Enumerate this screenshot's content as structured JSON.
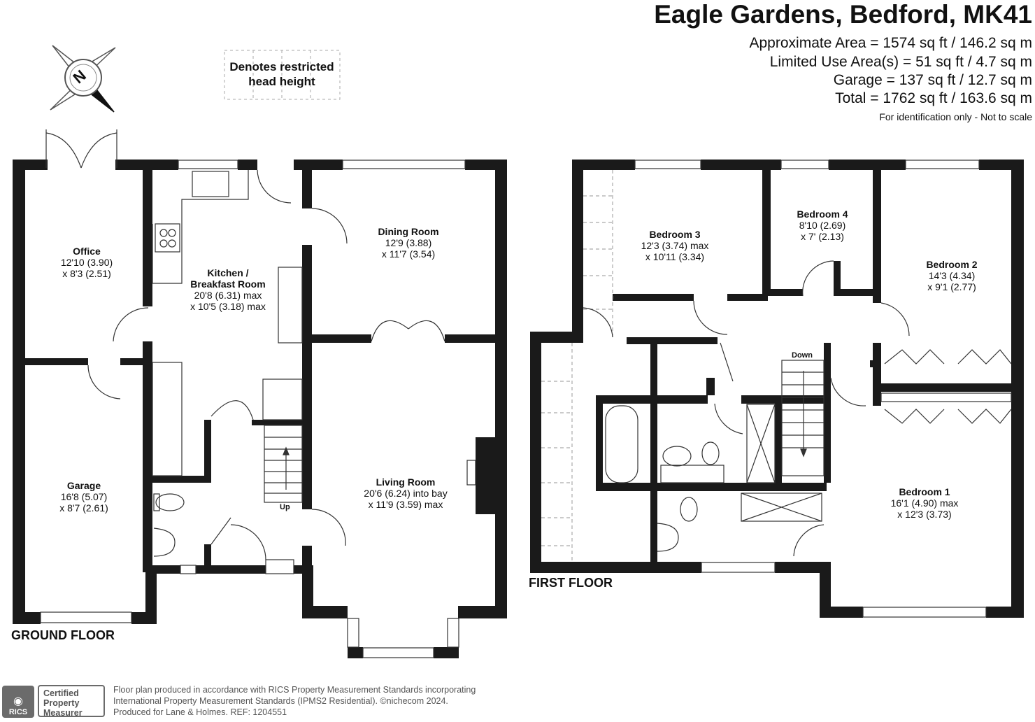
{
  "header": {
    "title": "Eagle Gardens, Bedford, MK41",
    "areas": [
      "Approximate Area = 1574 sq ft / 146.2 sq m",
      "Limited Use Area(s) = 51 sq ft / 4.7 sq m",
      "Garage = 137 sq ft / 12.7 sq m",
      "Total = 1762 sq ft / 163.6 sq m"
    ],
    "disclaimer": "For identification only - Not to scale"
  },
  "legend": {
    "line1": "Denotes restricted",
    "line2": "head height"
  },
  "compass": {
    "label": "N",
    "icon": "compass-icon"
  },
  "ground_floor": {
    "label": "GROUND FLOOR",
    "stairs_label": "Up",
    "rooms": {
      "office": {
        "name": "Office",
        "dim1": "12'10 (3.90)",
        "dim2": "x 8'3 (2.51)"
      },
      "kitchen": {
        "name1": "Kitchen /",
        "name2": "Breakfast Room",
        "dim1": "20'8 (6.31) max",
        "dim2": "x 10'5 (3.18) max"
      },
      "dining": {
        "name": "Dining Room",
        "dim1": "12'9 (3.88)",
        "dim2": "x 11'7 (3.54)"
      },
      "garage": {
        "name": "Garage",
        "dim1": "16'8 (5.07)",
        "dim2": "x 8'7 (2.61)"
      },
      "living": {
        "name": "Living Room",
        "dim1": "20'6 (6.24) into bay",
        "dim2": "x 11'9 (3.59) max"
      }
    }
  },
  "first_floor": {
    "label": "FIRST FLOOR",
    "stairs_label": "Down",
    "rooms": {
      "bedroom3": {
        "name": "Bedroom 3",
        "dim1": "12'3 (3.74) max",
        "dim2": "x 10'11 (3.34)"
      },
      "bedroom4": {
        "name": "Bedroom 4",
        "dim1": "8'10 (2.69)",
        "dim2": "x 7' (2.13)"
      },
      "bedroom2": {
        "name": "Bedroom 2",
        "dim1": "14'3 (4.34)",
        "dim2": "x 9'1 (2.77)"
      },
      "bedroom1": {
        "name": "Bedroom 1",
        "dim1": "16'1 (4.90) max",
        "dim2": "x 12'3 (3.73)"
      }
    }
  },
  "footer": {
    "badge_logo": "RICS",
    "badge_line1": "Certified",
    "badge_line2": "Property",
    "badge_line3": "Measurer",
    "line1": "Floor plan produced in accordance with RICS Property Measurement Standards incorporating",
    "line2": "International Property Measurement Standards (IPMS2 Residential).  ©nichecom 2024.",
    "line3": "Produced for Lane & Holmes.   REF:  1204551"
  }
}
